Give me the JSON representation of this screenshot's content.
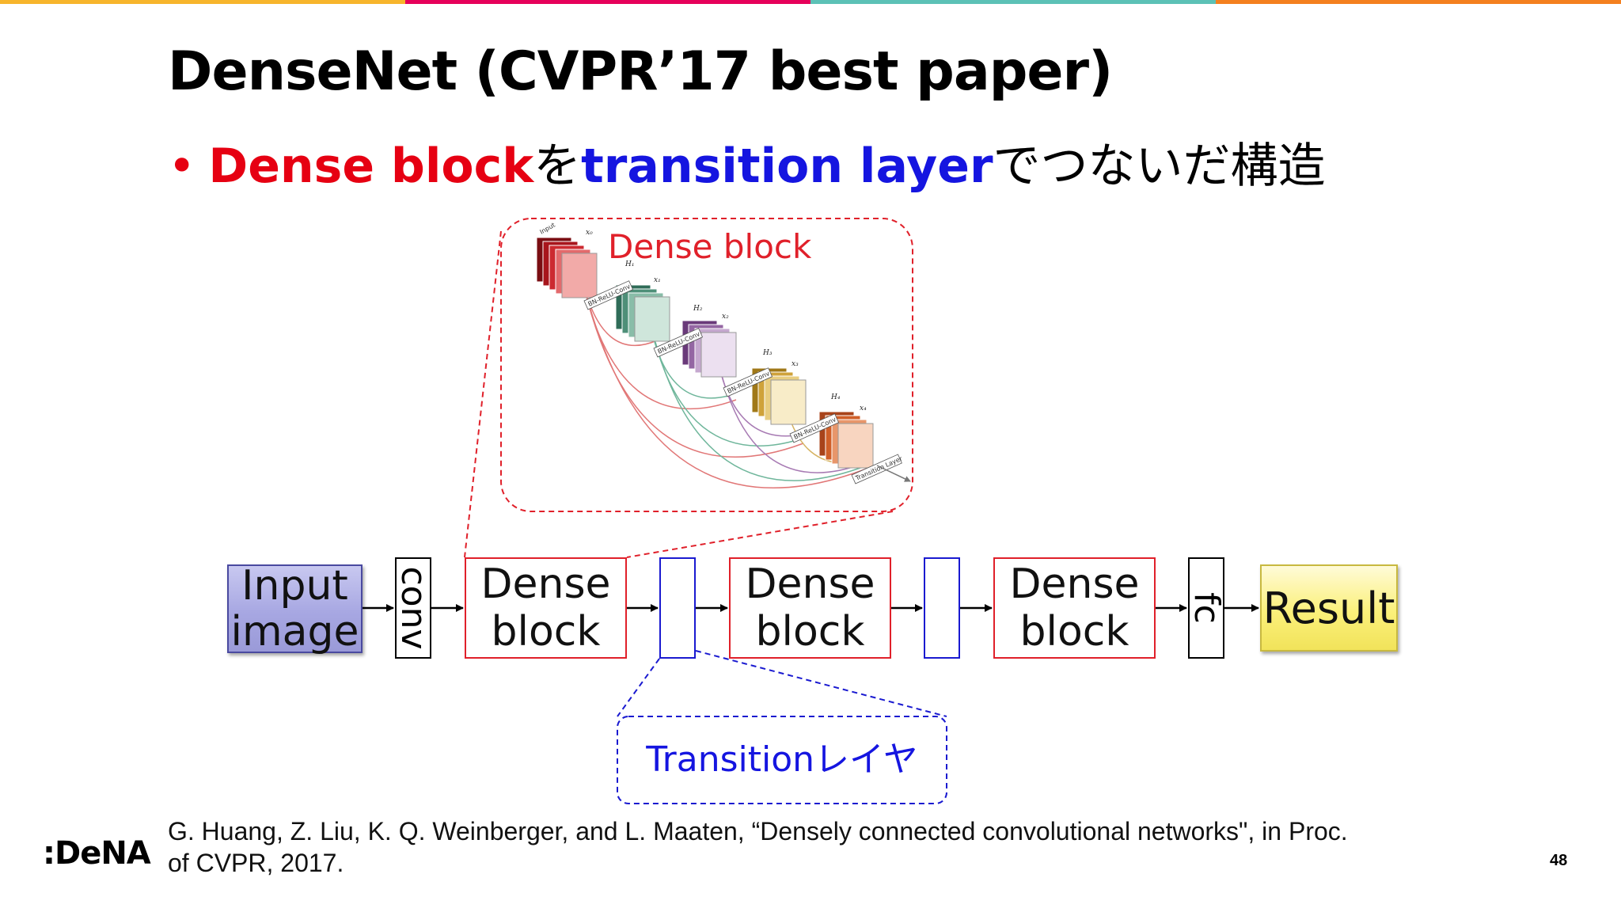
{
  "slide": {
    "title": "DenseNet (CVPR’17 best paper)",
    "bullet": {
      "dot": "•",
      "part1": "Dense block",
      "part2": "を",
      "part3": "transition layer",
      "part4": "でつないだ構造"
    },
    "colors": {
      "topbar": [
        "#f7b52c",
        "#e6005a",
        "#5cc1b6",
        "#f4801f"
      ],
      "dense": "#e0202a",
      "transition": "#1515e0"
    }
  },
  "diagram": {
    "input": {
      "line1": "Input",
      "line2": "image"
    },
    "conv": "conv",
    "dense_blocks": [
      {
        "line1": "Dense",
        "line2": "block"
      },
      {
        "line1": "Dense",
        "line2": "block"
      },
      {
        "line1": "Dense",
        "line2": "block"
      }
    ],
    "fc": "fc",
    "result": "Result",
    "zoom_dense_label": "Dense block",
    "zoom_transition_label": "Transitionレイヤ",
    "figure": {
      "input_label": "Input",
      "x_labels": [
        "x₀",
        "x₁",
        "x₂",
        "x₃",
        "x₄"
      ],
      "h_labels": [
        "H₁",
        "H₂",
        "H₃",
        "H₄"
      ],
      "conv_label": "BN-ReLU-Conv",
      "transition_label": "Transition Layer"
    }
  },
  "footer": {
    "citation_line1": "G. Huang, Z. Liu, K. Q. Weinberger, and L. Maaten, “Densely connected convolutional networks\", in Proc.",
    "citation_line2": "of CVPR, 2017.",
    "logo": ":DeNA",
    "page": "48"
  }
}
